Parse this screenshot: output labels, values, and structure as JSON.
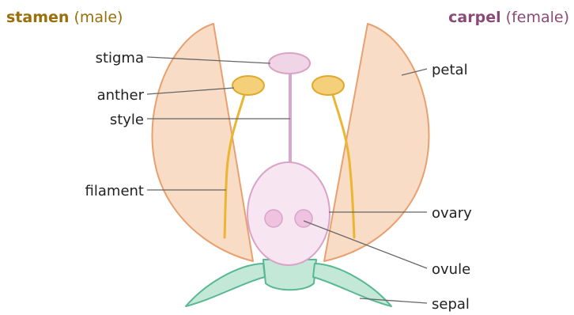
{
  "headers": {
    "stamen": {
      "bold": "stamen",
      "rest": " (male)",
      "color": "#9a6e08"
    },
    "carpel": {
      "bold": "carpel",
      "rest": " (female)",
      "color": "#8a4a78"
    }
  },
  "labels": {
    "stigma": "stigma",
    "anther": "anther",
    "style": "style",
    "filament": "filament",
    "petal": "petal",
    "ovary": "ovary",
    "ovule": "ovule",
    "sepal": "sepal"
  },
  "colors": {
    "petal_fill": "#f9dcc6",
    "petal_stroke": "#e8a06e",
    "anther_fill": "#f4d07a",
    "anther_stroke": "#e0a92c",
    "filament": "#ebb531",
    "pistil_fill": "#f7e6f1",
    "pistil_stroke": "#d9a3c8",
    "style_stroke": "#dba6cc",
    "ovule_fill": "#efc3df",
    "sepal_fill": "#c4e8d8",
    "sepal_stroke": "#58b892",
    "leader": "#666666"
  }
}
